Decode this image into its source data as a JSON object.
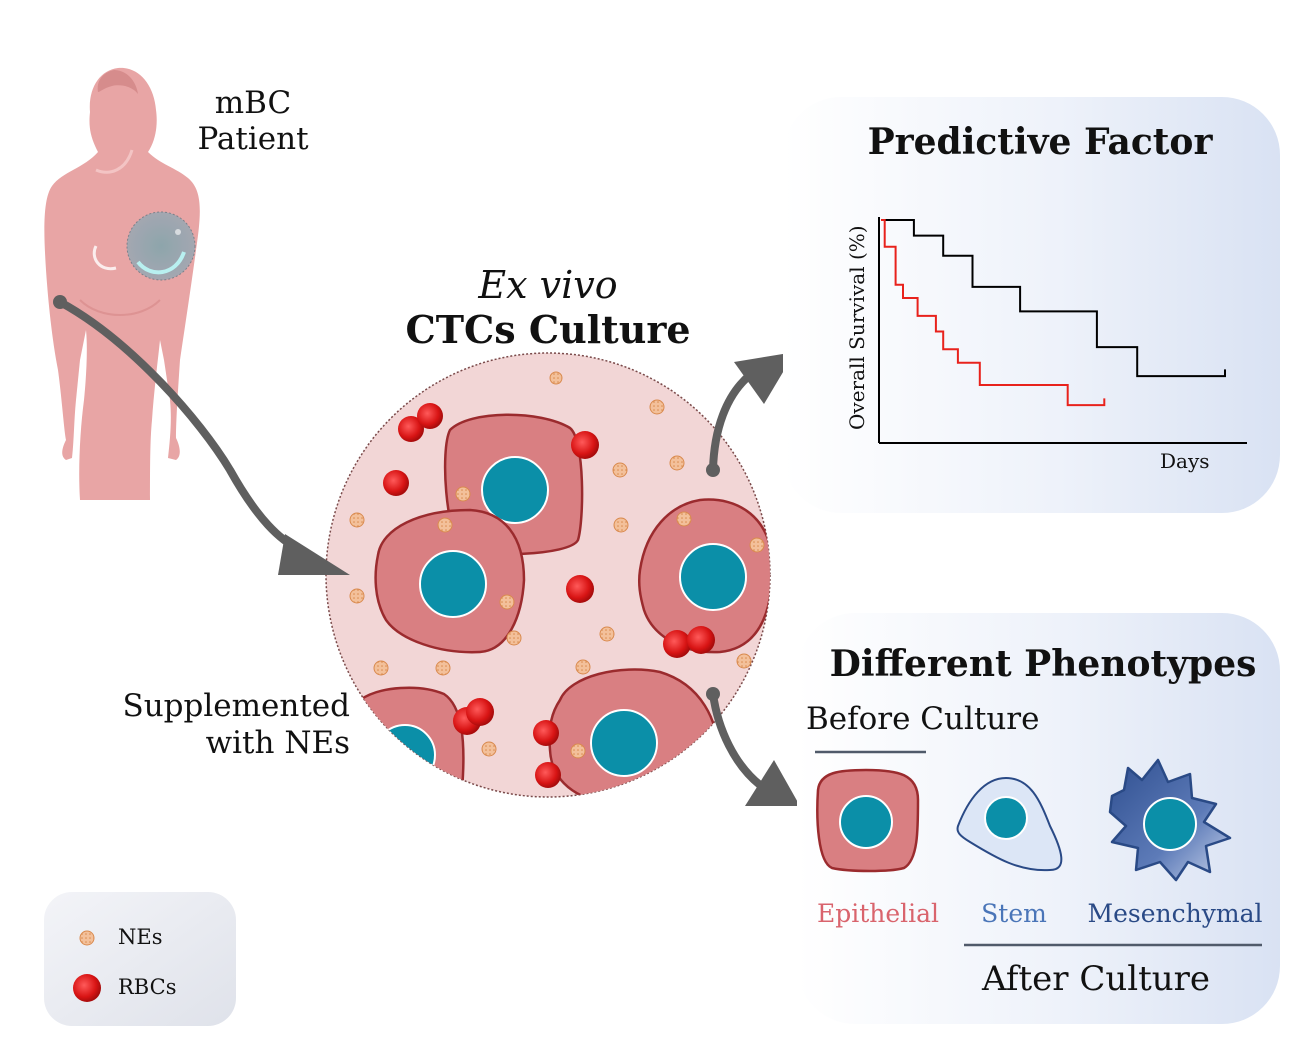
{
  "patient": {
    "line1": "mBC",
    "line2": "Patient"
  },
  "culture": {
    "title_italic": "Ex vivo",
    "title_bold": "CTCs Culture"
  },
  "supplement": {
    "line1": "Supplemented",
    "line2": "with NEs"
  },
  "legend": {
    "nes_label": "NEs",
    "rbcs_label": "RBCs"
  },
  "predictive": {
    "title": "Predictive Factor"
  },
  "chart_data": {
    "type": "line",
    "title": "",
    "xlabel": "Days",
    "ylabel": "Overall Survival (%)",
    "x_ticks": [],
    "y_ticks": [],
    "step": true,
    "series": [
      {
        "color": "#000000",
        "points": [
          [
            0,
            100
          ],
          [
            0.09,
            100
          ],
          [
            0.09,
            93
          ],
          [
            0.17,
            93
          ],
          [
            0.17,
            84
          ],
          [
            0.25,
            84
          ],
          [
            0.25,
            70
          ],
          [
            0.38,
            70
          ],
          [
            0.38,
            59
          ],
          [
            0.59,
            59
          ],
          [
            0.59,
            43
          ],
          [
            0.7,
            43
          ],
          [
            0.7,
            30
          ],
          [
            0.94,
            30
          ],
          [
            0.94,
            33
          ]
        ]
      },
      {
        "color": "#e8221c",
        "points": [
          [
            0,
            100
          ],
          [
            0.01,
            100
          ],
          [
            0.01,
            88
          ],
          [
            0.04,
            88
          ],
          [
            0.04,
            71
          ],
          [
            0.06,
            71
          ],
          [
            0.06,
            65
          ],
          [
            0.1,
            65
          ],
          [
            0.1,
            57
          ],
          [
            0.15,
            57
          ],
          [
            0.15,
            50
          ],
          [
            0.17,
            50
          ],
          [
            0.17,
            42
          ],
          [
            0.21,
            42
          ],
          [
            0.21,
            36
          ],
          [
            0.27,
            36
          ],
          [
            0.27,
            26
          ],
          [
            0.51,
            26
          ],
          [
            0.51,
            17
          ],
          [
            0.61,
            17
          ],
          [
            0.61,
            20
          ]
        ]
      }
    ]
  },
  "phenotypes": {
    "title": "Different Phenotypes",
    "before_label": "Before Culture",
    "after_label": "After Culture",
    "cells": [
      {
        "name": "Epithelial",
        "color": "#d9646d"
      },
      {
        "name": "Stem",
        "color": "#4a75b8"
      },
      {
        "name": "Mesenchymal",
        "color": "#2a4a86"
      }
    ]
  },
  "colors": {
    "cell_body": "#d97f82",
    "cell_outline": "#9b2b2e",
    "nucleus": "#0b8fa8",
    "rbc": "#e01a1a",
    "ne": "#f3c09a",
    "culture_bg": "#f2d6d6",
    "arrow": "#5f5f5f",
    "panel_bg": "#e4eaf6",
    "figure_skin": "#e8a5a5"
  }
}
